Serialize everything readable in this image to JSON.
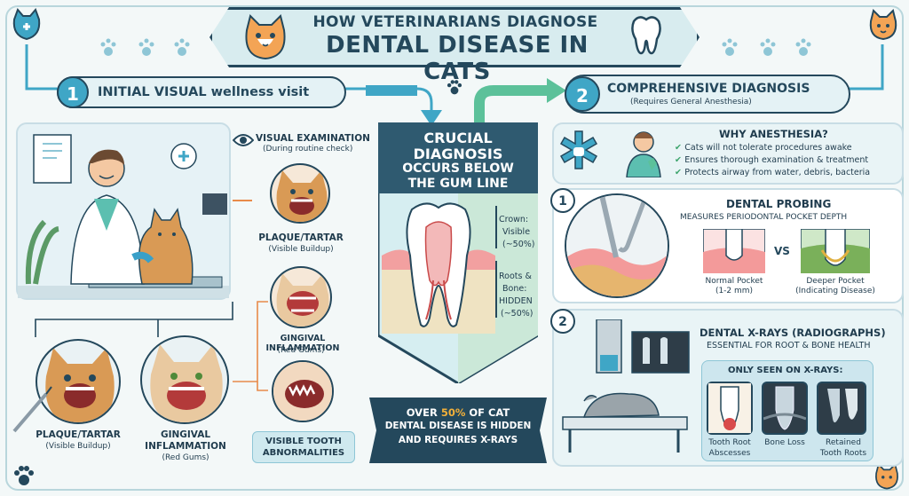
{
  "title": {
    "line1": "HOW VETERINARIANS DIAGNOSE",
    "line2": "DENTAL DISEASE IN CATS"
  },
  "step1": {
    "number": "1",
    "label": "INITIAL VISUAL wellness visit",
    "visual_exam_title": "VISUAL EXAMINATION",
    "visual_exam_sub": "(During routine check)",
    "findings": [
      {
        "title": "PLAQUE/TARTAR",
        "sub": "(Visible Buildup)"
      },
      {
        "title": "GINGIVAL INFLAMMATION",
        "sub": "(Red Gums)"
      },
      {
        "title": "VISIBLE TOOTH ABNORMALITIES",
        "sub": ""
      }
    ],
    "bottom_left": [
      {
        "title": "PLAQUE/TARTAR",
        "sub": "(Visible Buildup)"
      },
      {
        "title1": "GINGIVAL",
        "title2": "INFLAMMATION",
        "sub": "(Red Gums)"
      }
    ]
  },
  "center": {
    "heading1": "CRUCIAL",
    "heading2": "DIAGNOSIS",
    "heading3": "OCCURS BELOW",
    "heading4": "THE GUM LINE",
    "crown_label": "Crown:\nVisible\n(~50%)",
    "crown_l1": "Crown:",
    "crown_l2": "Visible",
    "crown_l3": "(~50%)",
    "roots_l1": "Roots &",
    "roots_l2": "Bone:",
    "roots_l3": "HIDDEN",
    "roots_l4": "(~50%)",
    "footer_pre": "OVER ",
    "footer_pct": "50%",
    "footer_post": " OF CAT",
    "footer_line2": "DENTAL DISEASE IS HIDDEN",
    "footer_line3": "AND REQUIRES X-RAYS"
  },
  "step2": {
    "number": "2",
    "label": "COMPREHENSIVE DIAGNOSIS",
    "sub": "(Requires General Anesthesia)",
    "why_title": "WHY ANESTHESIA?",
    "reasons": [
      "Cats will not tolerate procedures awake",
      "Ensures thorough examination & treatment",
      "Protects airway from water, debris, bacteria"
    ],
    "probing": {
      "number": "1",
      "title": "DENTAL PROBING",
      "sub": "MEASURES PERIODONTAL POCKET DEPTH",
      "vs": "VS",
      "normal_l1": "Normal Pocket",
      "normal_l2": "(1-2 mm)",
      "deeper_l1": "Deeper Pocket",
      "deeper_l2": "(Indicating Disease)"
    },
    "xrays": {
      "number": "2",
      "title": "DENTAL X-RAYS (RADIOGRAPHS)",
      "sub": "ESSENTIAL FOR ROOT & BONE HEALTH",
      "only_seen": "ONLY SEEN ON X-RAYS:",
      "items": [
        {
          "l1": "Tooth Root",
          "l2": "Abscesses"
        },
        {
          "l1": "Bone Loss",
          "l2": ""
        },
        {
          "l1": "Retained",
          "l2": "Tooth Roots"
        }
      ]
    }
  },
  "colors": {
    "navy": "#24485c",
    "teal": "#3fa6c6",
    "green": "#5cc19a",
    "red": "#d94a4a"
  }
}
